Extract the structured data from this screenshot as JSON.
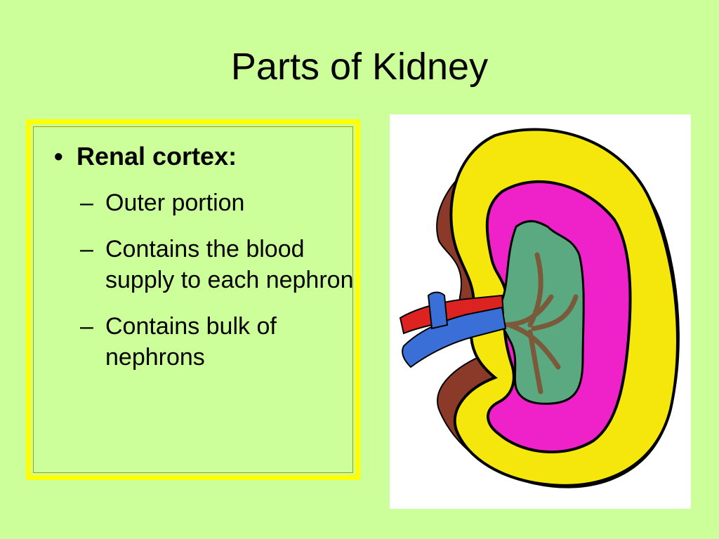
{
  "slide": {
    "title": "Parts of Kidney",
    "background_color": "#ccff99",
    "box_border_color": "#ffff00"
  },
  "content": {
    "main_bullet": "Renal cortex:",
    "bullet_glyph": "•",
    "dash_glyph": "–",
    "sub_points": [
      "Outer portion",
      "Contains the blood supply to each nephron",
      "Contains bulk of nephrons"
    ]
  },
  "illustration": {
    "subject": "kidney-cross-section",
    "colors": {
      "cortex": "#f5e60c",
      "medulla": "#ee22c8",
      "pelvis": "#5aa980",
      "capsule": "#8b3a2a",
      "artery": "#dd2222",
      "vein": "#3a6fd8"
    }
  }
}
